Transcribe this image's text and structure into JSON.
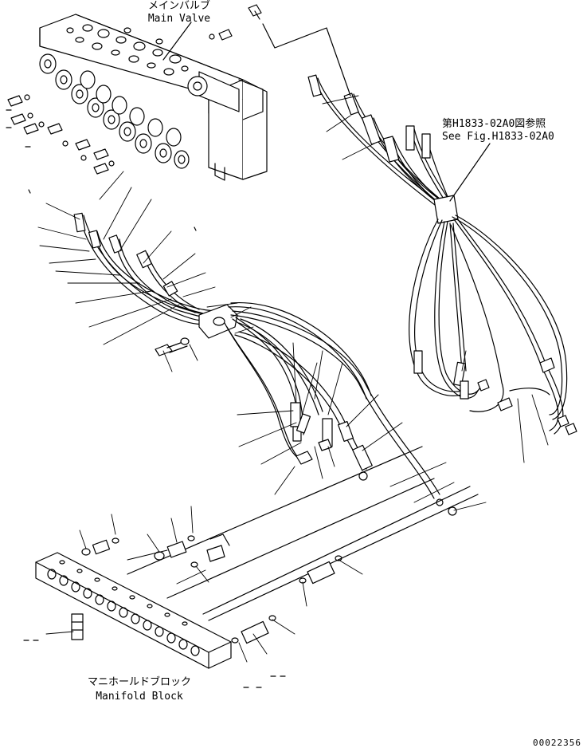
{
  "labels": {
    "main_valve_jp": "メインバルブ",
    "main_valve_en": "Main Valve",
    "reference_jp": "第H1833-02A0図参照",
    "reference_en": "See Fig.H1833-02A0",
    "manifold_jp": "マニホールドブロック",
    "manifold_en": "Manifold Block",
    "drawing_number": "00022356"
  }
}
